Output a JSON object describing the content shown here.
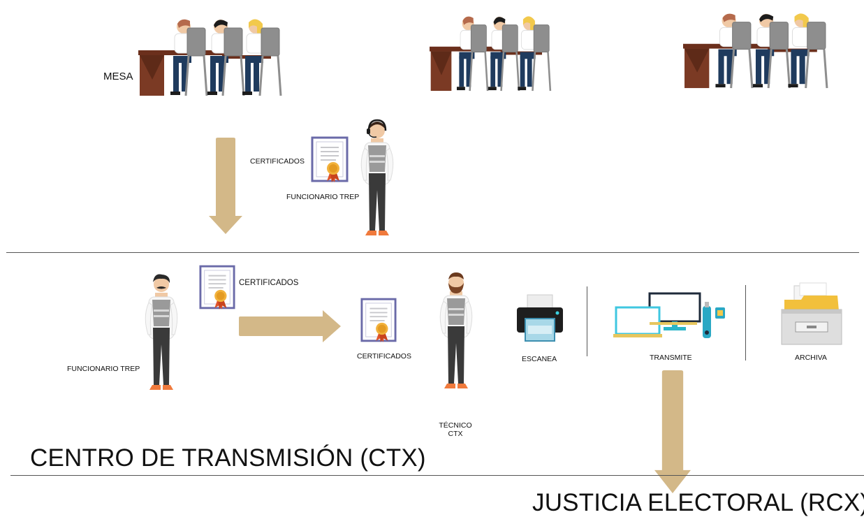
{
  "top": {
    "mesa_label": "MESA",
    "certificados_label": "CERTIFICADOS",
    "funcionario_label": "FUNCIONARIO TREP",
    "icons": [
      "table-group-icon",
      "certificate-icon",
      "operator-headset-icon",
      "arrow-down-icon"
    ]
  },
  "ctx": {
    "certificados_label_1": "CERTIFICADOS",
    "certificados_label_2": "CERTIFICADOS",
    "funcionario_label": "FUNCIONARIO TREP",
    "tecnico_line1": "TÉCNICO",
    "tecnico_line2": "CTX",
    "escanea_label": "ESCANEA",
    "transmite_label": "TRANSMITE",
    "archiva_label": "ARCHIVA",
    "section_title": "CENTRO DE TRANSMISIÓN (CTX)",
    "icons": [
      "printer-icon",
      "computers-icon",
      "usb-icon",
      "archive-drawer-icon",
      "arrow-right-icon"
    ]
  },
  "bottom": {
    "section_title": "JUSTICIA ELECTORAL (RCX)"
  },
  "colors": {
    "arrow": "#D3B888",
    "line": "#555555",
    "certificate_border": "#6A6AA8",
    "medal": "#F2B23C",
    "ribbon": "#E0542A",
    "vest": "#9A9A9A",
    "pants": "#3A3A3A",
    "desk": "#7B3A24",
    "chair": "#8E8E8E"
  }
}
